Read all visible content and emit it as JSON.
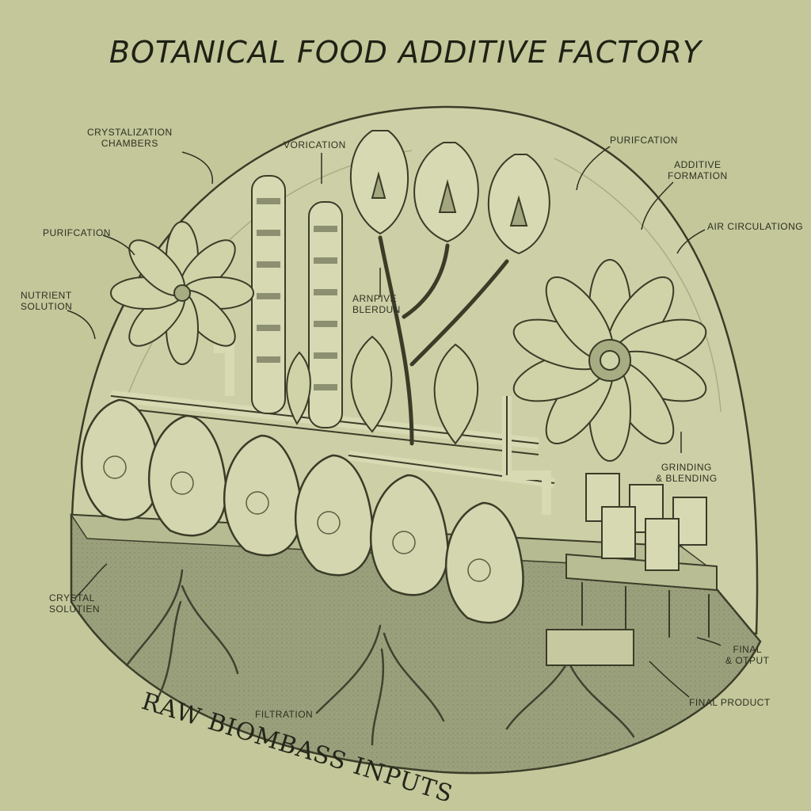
{
  "title": "BOTANICAL FOOD ADDITIVE FACTORY",
  "labels": {
    "crystallization_chambers": "CRYSTALIZATION\nCHAMBERS",
    "vorication": "VORICATION",
    "purification_top": "PURIFCATION",
    "additive_formation": "ADDITIVE\nFORMATION",
    "air_circulating": "AIR CIRCULATIONG",
    "purification_left": "PURIFCATION",
    "nutrient_solution": "NUTRIENT\nSOLUTION",
    "additive_blending": "ARNPIVE\nBLERDUN",
    "grinding_blending": "GRINDING\n& BLENDING",
    "crystal_solution": "CRYSTAL\nSOLUTIEN",
    "final_output": "FINAL\n& OTPUT",
    "final_product": "FINAL PRODUCT",
    "filtration": "FILTRATION",
    "raw_inputs": "RAW BIOMBASS INPUTS"
  },
  "colors": {
    "background": "#c3c79a",
    "ink": "#3a3c28",
    "soil": "#8f9472",
    "dome": "#cfd2a8"
  }
}
